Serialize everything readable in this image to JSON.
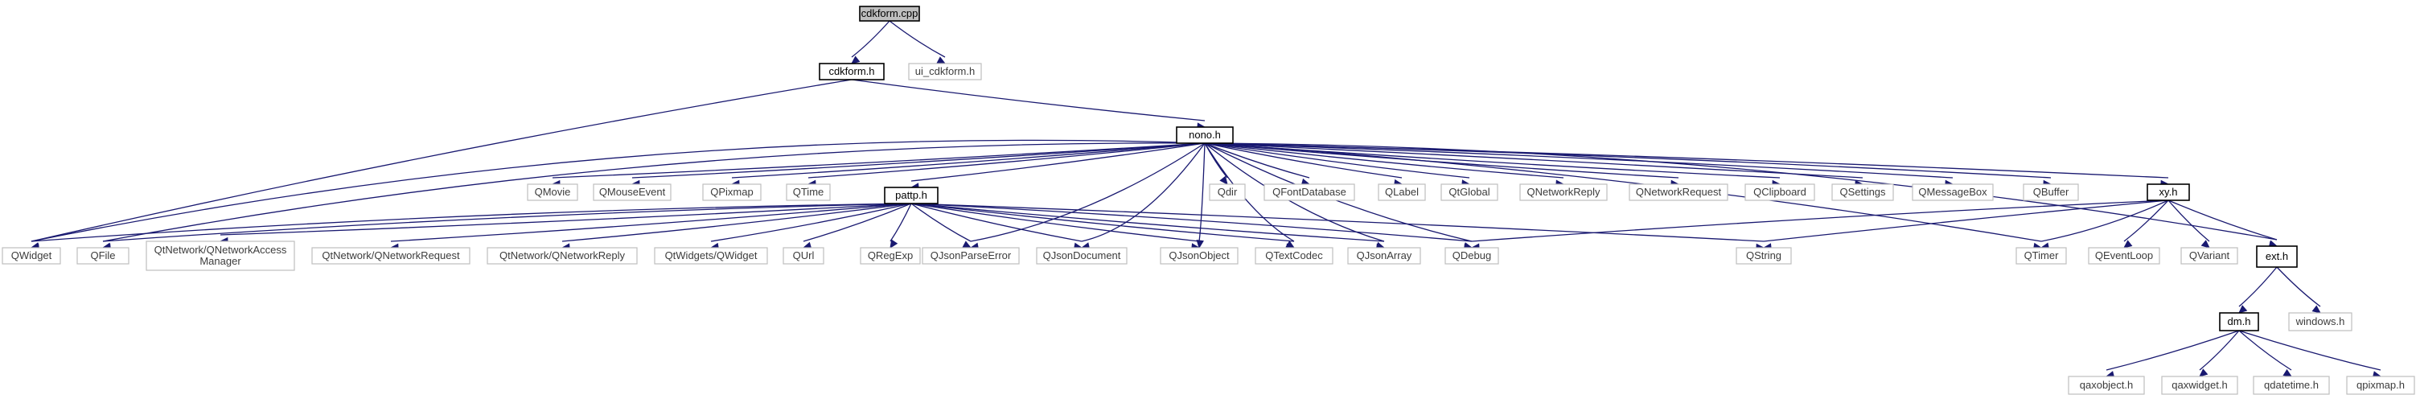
{
  "graph": {
    "nodes": [
      {
        "id": "cdkform_cpp",
        "label": "cdkform.cpp",
        "kind": "root"
      },
      {
        "id": "cdkform_h",
        "label": "cdkform.h",
        "kind": "doc"
      },
      {
        "id": "ui_cdkform_h",
        "label": "ui_cdkform.h",
        "kind": "ext"
      },
      {
        "id": "nono_h",
        "label": "nono.h",
        "kind": "doc"
      },
      {
        "id": "QMovie",
        "label": "QMovie",
        "kind": "ext"
      },
      {
        "id": "QMouseEvent",
        "label": "QMouseEvent",
        "kind": "ext"
      },
      {
        "id": "QPixmap",
        "label": "QPixmap",
        "kind": "ext"
      },
      {
        "id": "QTime",
        "label": "QTime",
        "kind": "ext"
      },
      {
        "id": "pattp_h",
        "label": "pattp.h",
        "kind": "doc"
      },
      {
        "id": "Qdir",
        "label": "Qdir",
        "kind": "ext"
      },
      {
        "id": "QFontDatabase",
        "label": "QFontDatabase",
        "kind": "ext"
      },
      {
        "id": "QLabel",
        "label": "QLabel",
        "kind": "ext"
      },
      {
        "id": "QtGlobal",
        "label": "QtGlobal",
        "kind": "ext"
      },
      {
        "id": "QNetworkReply",
        "label": "QNetworkReply",
        "kind": "ext"
      },
      {
        "id": "QNetworkRequest",
        "label": "QNetworkRequest",
        "kind": "ext"
      },
      {
        "id": "QClipboard",
        "label": "QClipboard",
        "kind": "ext"
      },
      {
        "id": "QSettings",
        "label": "QSettings",
        "kind": "ext"
      },
      {
        "id": "QMessageBox",
        "label": "QMessageBox",
        "kind": "ext"
      },
      {
        "id": "QBuffer",
        "label": "QBuffer",
        "kind": "ext"
      },
      {
        "id": "xy_h",
        "label": "xy.h",
        "kind": "doc"
      },
      {
        "id": "QWidget",
        "label": "QWidget",
        "kind": "ext"
      },
      {
        "id": "QFile",
        "label": "QFile",
        "kind": "ext"
      },
      {
        "id": "QtNAM",
        "label": [
          "QtNetwork/QNetworkAccess",
          "Manager"
        ],
        "kind": "ext"
      },
      {
        "id": "QtNReq",
        "label": "QtNetwork/QNetworkRequest",
        "kind": "ext"
      },
      {
        "id": "QtNRep",
        "label": "QtNetwork/QNetworkReply",
        "kind": "ext"
      },
      {
        "id": "QtWQW",
        "label": "QtWidgets/QWidget",
        "kind": "ext"
      },
      {
        "id": "QUrl",
        "label": "QUrl",
        "kind": "ext"
      },
      {
        "id": "QRegExp",
        "label": "QRegExp",
        "kind": "ext"
      },
      {
        "id": "QJsonParseError",
        "label": "QJsonParseError",
        "kind": "ext"
      },
      {
        "id": "QJsonDocument",
        "label": "QJsonDocument",
        "kind": "ext"
      },
      {
        "id": "QJsonObject",
        "label": "QJsonObject",
        "kind": "ext"
      },
      {
        "id": "QTextCodec",
        "label": "QTextCodec",
        "kind": "ext"
      },
      {
        "id": "QJsonArray",
        "label": "QJsonArray",
        "kind": "ext"
      },
      {
        "id": "QDebug",
        "label": "QDebug",
        "kind": "ext"
      },
      {
        "id": "QString",
        "label": "QString",
        "kind": "ext"
      },
      {
        "id": "QTimer",
        "label": "QTimer",
        "kind": "ext"
      },
      {
        "id": "QEventLoop",
        "label": "QEventLoop",
        "kind": "ext"
      },
      {
        "id": "QVariant",
        "label": "QVariant",
        "kind": "ext"
      },
      {
        "id": "ext_h",
        "label": "ext.h",
        "kind": "doc"
      },
      {
        "id": "dm_h",
        "label": "dm.h",
        "kind": "doc"
      },
      {
        "id": "windows_h",
        "label": "windows.h",
        "kind": "ext"
      },
      {
        "id": "qaxobject_h",
        "label": "qaxobject.h",
        "kind": "ext"
      },
      {
        "id": "qaxwidget_h",
        "label": "qaxwidget.h",
        "kind": "ext"
      },
      {
        "id": "qdatetime_h",
        "label": "qdatetime.h",
        "kind": "ext"
      },
      {
        "id": "qpixmap_h",
        "label": "qpixmap.h",
        "kind": "ext"
      }
    ],
    "edges": [
      [
        "cdkform_cpp",
        "cdkform_h"
      ],
      [
        "cdkform_cpp",
        "ui_cdkform_h"
      ],
      [
        "cdkform_h",
        "QWidget"
      ],
      [
        "cdkform_h",
        "nono_h"
      ],
      [
        "nono_h",
        "QMovie"
      ],
      [
        "nono_h",
        "QMouseEvent"
      ],
      [
        "nono_h",
        "QPixmap"
      ],
      [
        "nono_h",
        "QTime"
      ],
      [
        "nono_h",
        "pattp_h"
      ],
      [
        "nono_h",
        "Qdir"
      ],
      [
        "nono_h",
        "QFontDatabase"
      ],
      [
        "nono_h",
        "QLabel"
      ],
      [
        "nono_h",
        "QtGlobal"
      ],
      [
        "nono_h",
        "QNetworkReply"
      ],
      [
        "nono_h",
        "QNetworkRequest"
      ],
      [
        "nono_h",
        "QClipboard"
      ],
      [
        "nono_h",
        "QSettings"
      ],
      [
        "nono_h",
        "QMessageBox"
      ],
      [
        "nono_h",
        "QBuffer"
      ],
      [
        "nono_h",
        "xy_h"
      ],
      [
        "nono_h",
        "ext_h"
      ],
      [
        "nono_h",
        "QWidget"
      ],
      [
        "nono_h",
        "QFile"
      ],
      [
        "nono_h",
        "QJsonParseError"
      ],
      [
        "nono_h",
        "QJsonDocument"
      ],
      [
        "nono_h",
        "QJsonObject"
      ],
      [
        "nono_h",
        "QTextCodec"
      ],
      [
        "nono_h",
        "QJsonArray"
      ],
      [
        "nono_h",
        "QDebug"
      ],
      [
        "nono_h",
        "QTimer"
      ],
      [
        "pattp_h",
        "QWidget"
      ],
      [
        "pattp_h",
        "QFile"
      ],
      [
        "pattp_h",
        "QtNAM"
      ],
      [
        "pattp_h",
        "QtNReq"
      ],
      [
        "pattp_h",
        "QtNRep"
      ],
      [
        "pattp_h",
        "QtWQW"
      ],
      [
        "pattp_h",
        "QUrl"
      ],
      [
        "pattp_h",
        "QRegExp"
      ],
      [
        "pattp_h",
        "QJsonParseError"
      ],
      [
        "pattp_h",
        "QJsonDocument"
      ],
      [
        "pattp_h",
        "QJsonObject"
      ],
      [
        "pattp_h",
        "QTextCodec"
      ],
      [
        "pattp_h",
        "QJsonArray"
      ],
      [
        "pattp_h",
        "QDebug"
      ],
      [
        "pattp_h",
        "QString"
      ],
      [
        "xy_h",
        "QDebug"
      ],
      [
        "xy_h",
        "QString"
      ],
      [
        "xy_h",
        "QTimer"
      ],
      [
        "xy_h",
        "QEventLoop"
      ],
      [
        "xy_h",
        "QVariant"
      ],
      [
        "xy_h",
        "ext_h"
      ],
      [
        "ext_h",
        "dm_h"
      ],
      [
        "ext_h",
        "windows_h"
      ],
      [
        "dm_h",
        "qaxobject_h"
      ],
      [
        "dm_h",
        "qaxwidget_h"
      ],
      [
        "dm_h",
        "qdatetime_h"
      ],
      [
        "dm_h",
        "qpixmap_h"
      ]
    ]
  }
}
